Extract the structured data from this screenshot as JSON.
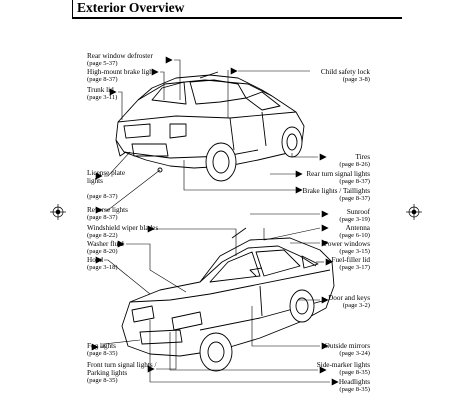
{
  "header": {
    "title": "Exterior Overview"
  },
  "rear_view": {
    "left": [
      {
        "label": "Rear window defroster",
        "ref": "(page 5-37)"
      },
      {
        "label": "High-mount brake light",
        "ref": "(page 8-37)"
      },
      {
        "label": "Trunk lid",
        "ref": "(page 3-11)"
      },
      {
        "label": "License plate lights",
        "ref": "(page 8-37)",
        "lines": [
          "License plate",
          "lights"
        ]
      },
      {
        "label": "Reverse lights",
        "ref": "(page 8-37)"
      }
    ],
    "right": [
      {
        "label": "Child safety lock",
        "ref": "(page 3-8)"
      },
      {
        "label": "Tires",
        "ref": "(page 8-26)"
      },
      {
        "label": "Rear turn signal lights",
        "ref": "(page 8-37)"
      },
      {
        "label": "Brake lights / Taillights",
        "ref": "(page 8-37)"
      }
    ]
  },
  "front_view": {
    "left": [
      {
        "label": "Windshield wiper blades",
        "ref": "(page 8-22)"
      },
      {
        "label": "Washer fluid",
        "ref": "(page 8-20)"
      },
      {
        "label": "Hood",
        "ref": "(page 3-18)"
      },
      {
        "label": "Fog lights",
        "ref": "(page 8-35)"
      },
      {
        "label": "Front turn signal lights / Parking lights",
        "ref": "(page 8-35)",
        "lines": [
          "Front turn signal lights /",
          "Parking lights"
        ]
      }
    ],
    "right": [
      {
        "label": "Sunroof",
        "ref": "(page 3-19)"
      },
      {
        "label": "Antenna",
        "ref": "(page 6-10)"
      },
      {
        "label": "Power windows",
        "ref": "(page 3-15)"
      },
      {
        "label": "Fuel-filler lid",
        "ref": "(page 3-17)"
      },
      {
        "label": "Door and keys",
        "ref": "(page 3-2)"
      },
      {
        "label": "Outside mirrors",
        "ref": "(page 3-24)"
      },
      {
        "label": "Side-marker lights",
        "ref": "(page 8-35)"
      },
      {
        "label": "Headlights",
        "ref": "(page 8-35)"
      }
    ]
  },
  "icons": {
    "registration_mark": "crosshair-registration-icon",
    "pointer": "arrowhead-icon"
  }
}
